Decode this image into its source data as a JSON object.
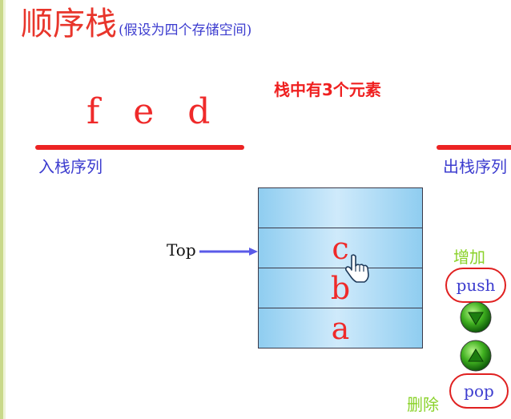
{
  "title": {
    "main": "顺序栈",
    "sub": "(假设为四个存储空间)"
  },
  "status_text": "栈中有3个元素",
  "input_queue": {
    "items": "f e d",
    "label": "入栈序列"
  },
  "output_queue": {
    "label": "出栈序列"
  },
  "stack": {
    "capacity": 4,
    "slots": [
      "",
      "c",
      "b",
      "a"
    ],
    "top_label": "Top"
  },
  "controls": {
    "push_caption": "增加",
    "push_label": "push",
    "pop_caption": "删除",
    "pop_label": "pop"
  },
  "colors": {
    "accent_red": "#ec2323",
    "label_blue": "#3c3ccf",
    "caption_green": "#8ad22a",
    "slot_blue": "#8fcdf0"
  }
}
